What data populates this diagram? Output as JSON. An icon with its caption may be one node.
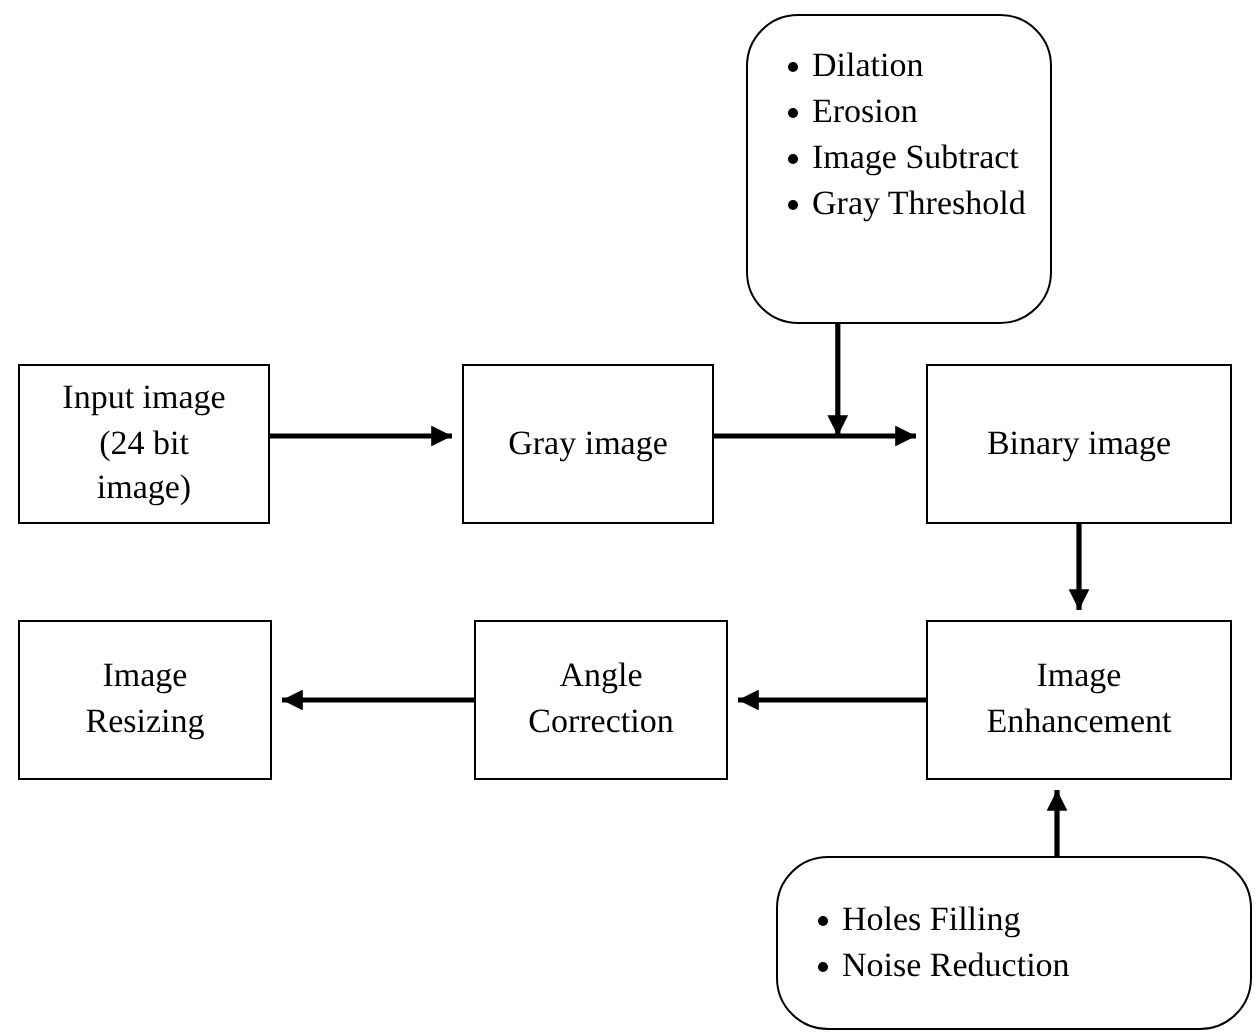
{
  "diagram": {
    "nodes": [
      {
        "text": [
          "Input image (24 bit image)"
        ]
      },
      {
        "text": [
          "Gray image"
        ]
      },
      {
        "text": [
          "Dilation",
          "Erosion",
          "Image Subtract",
          "Gray Threshold"
        ]
      },
      {
        "text": [
          "Binary image"
        ]
      },
      {
        "text": [
          "Image Enhancement"
        ]
      },
      {
        "text": [
          "Angle Correction"
        ]
      },
      {
        "text": [
          "Image Resizing"
        ]
      },
      {
        "text": [
          "Holes Filling",
          "Noise Reduction"
        ]
      }
    ],
    "edges": [
      {
        "from": 0,
        "to": 1,
        "arrow": "to"
      },
      {
        "from": 1,
        "to": 3,
        "arrow": "to"
      },
      {
        "from": 2,
        "to": null,
        "arrow": "to"
      },
      {
        "from": 3,
        "to": 4,
        "arrow": "to"
      },
      {
        "from": 4,
        "to": 5,
        "arrow": "to"
      },
      {
        "from": 5,
        "to": 6,
        "arrow": "to"
      },
      {
        "from": 7,
        "to": 4,
        "arrow": "to"
      }
    ]
  }
}
